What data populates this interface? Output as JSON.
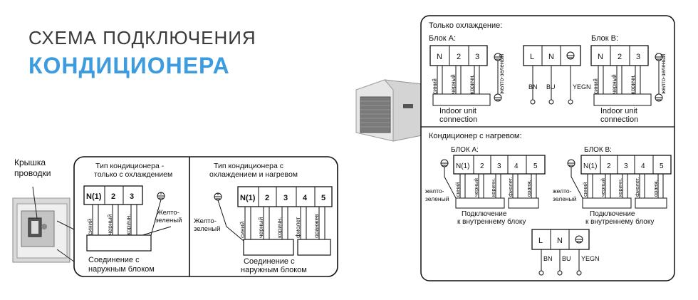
{
  "title": {
    "line1": "СХЕМА ПОДКЛЮЧЕНИЯ",
    "line2": "КОНДИЦИОНЕРА"
  },
  "left": {
    "cover_label": [
      "Крышка",
      "проводки"
    ],
    "cooling": {
      "header": [
        "Тип кондиционера -",
        "только с охлаждением"
      ],
      "terminals": [
        "N(1)",
        "2",
        "3"
      ],
      "wires": [
        "синий",
        "черный",
        "коричн."
      ],
      "ground": [
        "Желто-",
        "зеленый"
      ],
      "connection": [
        "Соединение с",
        "наружным блоком"
      ]
    },
    "heating": {
      "header": [
        "Тип кондиционера с",
        "охлаждением и нагревом"
      ],
      "terminals": [
        "N(1)",
        "2",
        "3",
        "4",
        "5"
      ],
      "wires": [
        "синий",
        "черный",
        "коричн.",
        "фиолет",
        "оранжев"
      ],
      "ground": [
        "Желто-",
        "зеленый"
      ],
      "connection": [
        "Соединение с",
        "наружным блоком"
      ]
    }
  },
  "right": {
    "cooling_title": "Только охлаждение:",
    "block_a": {
      "label": "Блок А:",
      "terminals": [
        "N",
        "2",
        "3"
      ],
      "wires": [
        "синий",
        "черный",
        "коричн."
      ],
      "ground": "желто-зеленый",
      "connection": [
        "Indoor unit",
        "connection"
      ]
    },
    "power": {
      "terminals": [
        "L",
        "N"
      ],
      "wires": [
        "BN",
        "BU",
        "YEGN"
      ]
    },
    "block_b": {
      "label": "Блок В:",
      "terminals": [
        "N",
        "2",
        "3"
      ],
      "wires": [
        "синий",
        "черный",
        "коричн."
      ],
      "ground": "желто-зеленый",
      "connection": [
        "Indoor unit",
        "connection"
      ]
    },
    "heating_title": "Кондиционер с нагревом:",
    "heat_a": {
      "label": "БЛОК А:",
      "terminals": [
        "N(1)",
        "2",
        "3",
        "4",
        "5"
      ],
      "wires": [
        "синий",
        "черный",
        "коричн.",
        "фиолет.",
        "оранж."
      ],
      "ground": [
        "желто-",
        "зеленый"
      ],
      "connection": [
        "Подключение",
        "к внутреннему блоку"
      ]
    },
    "heat_b": {
      "label": "БЛОК В:",
      "terminals": [
        "N(1)",
        "2",
        "3",
        "4",
        "5"
      ],
      "wires": [
        "синий",
        "черный",
        "коричн.",
        "фиолет.",
        "оранж."
      ],
      "ground": [
        "желто-",
        "зеленый"
      ],
      "connection": [
        "Подключение",
        "к внутреннему блоку"
      ]
    },
    "heat_power": {
      "terminals": [
        "L",
        "N"
      ],
      "wires": [
        "BN",
        "BU",
        "YEGN"
      ]
    }
  }
}
